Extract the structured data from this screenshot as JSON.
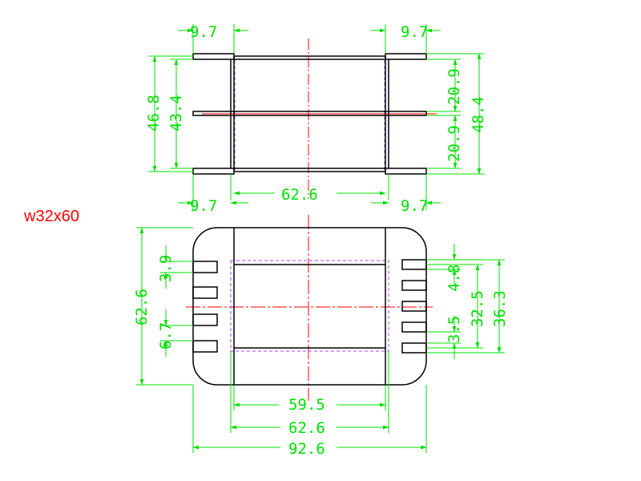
{
  "model": "w32x60",
  "colors": {
    "outline": "#000000",
    "dimension": "#00e000",
    "centerline": "#ff0000",
    "hidden": "#b040ff",
    "background": "#ffffff"
  },
  "top_view": {
    "dims": {
      "top_left_flange": "9.7",
      "top_right_flange": "9.7",
      "bottom_left_flange": "9.7",
      "bottom_right_flange": "9.7",
      "core_width": "62.6",
      "outer_height": "46.8",
      "inner_height": "43.4",
      "upper_half": "20.9",
      "lower_half": "20.9",
      "overall_height": "48.4"
    }
  },
  "bottom_view": {
    "dims": {
      "overall_depth": "62.6",
      "left_pin_width": "3.9",
      "left_pin_pitch": "6.7",
      "right_pin_width": "4.8",
      "right_pin_pitch": "3.5",
      "right_pin_span": "32.5",
      "right_outer_span": "36.3",
      "inner_width": "59.5",
      "core_width": "62.6",
      "overall_width": "92.6"
    }
  }
}
